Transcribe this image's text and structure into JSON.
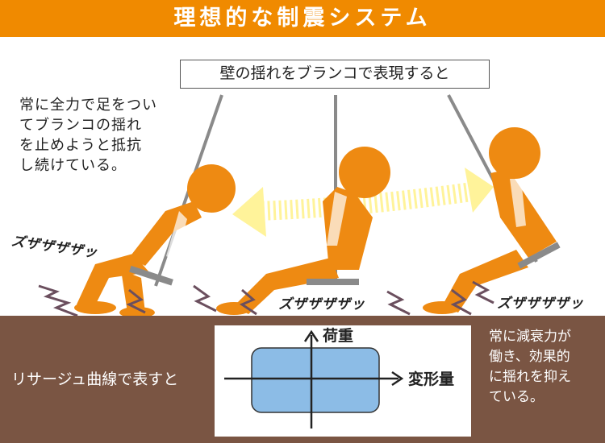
{
  "header": {
    "title": "理想的な制震システム"
  },
  "caption": "壁の揺れをブランコで表現すると",
  "note_left": [
    "常に全力で足をつい",
    "てブランコの揺れ",
    "を止めようと抵抗",
    "し続けている。"
  ],
  "sound_effect": "ズザザザザッ",
  "lissajous_label": "リサージュ曲線で表すと",
  "graph": {
    "y_label": "荷重",
    "x_label": "変形量"
  },
  "note_right": [
    "常に減衰力が",
    "働き、効果的",
    "に揺れを抑え",
    "ている。"
  ],
  "colors": {
    "accent": "#f08a00",
    "ground": "#7a5543",
    "figure": "#ee8a12",
    "rect_fill": "#8cbce6",
    "arrow": "#fff39a",
    "sfx": "#6b4f5e"
  }
}
